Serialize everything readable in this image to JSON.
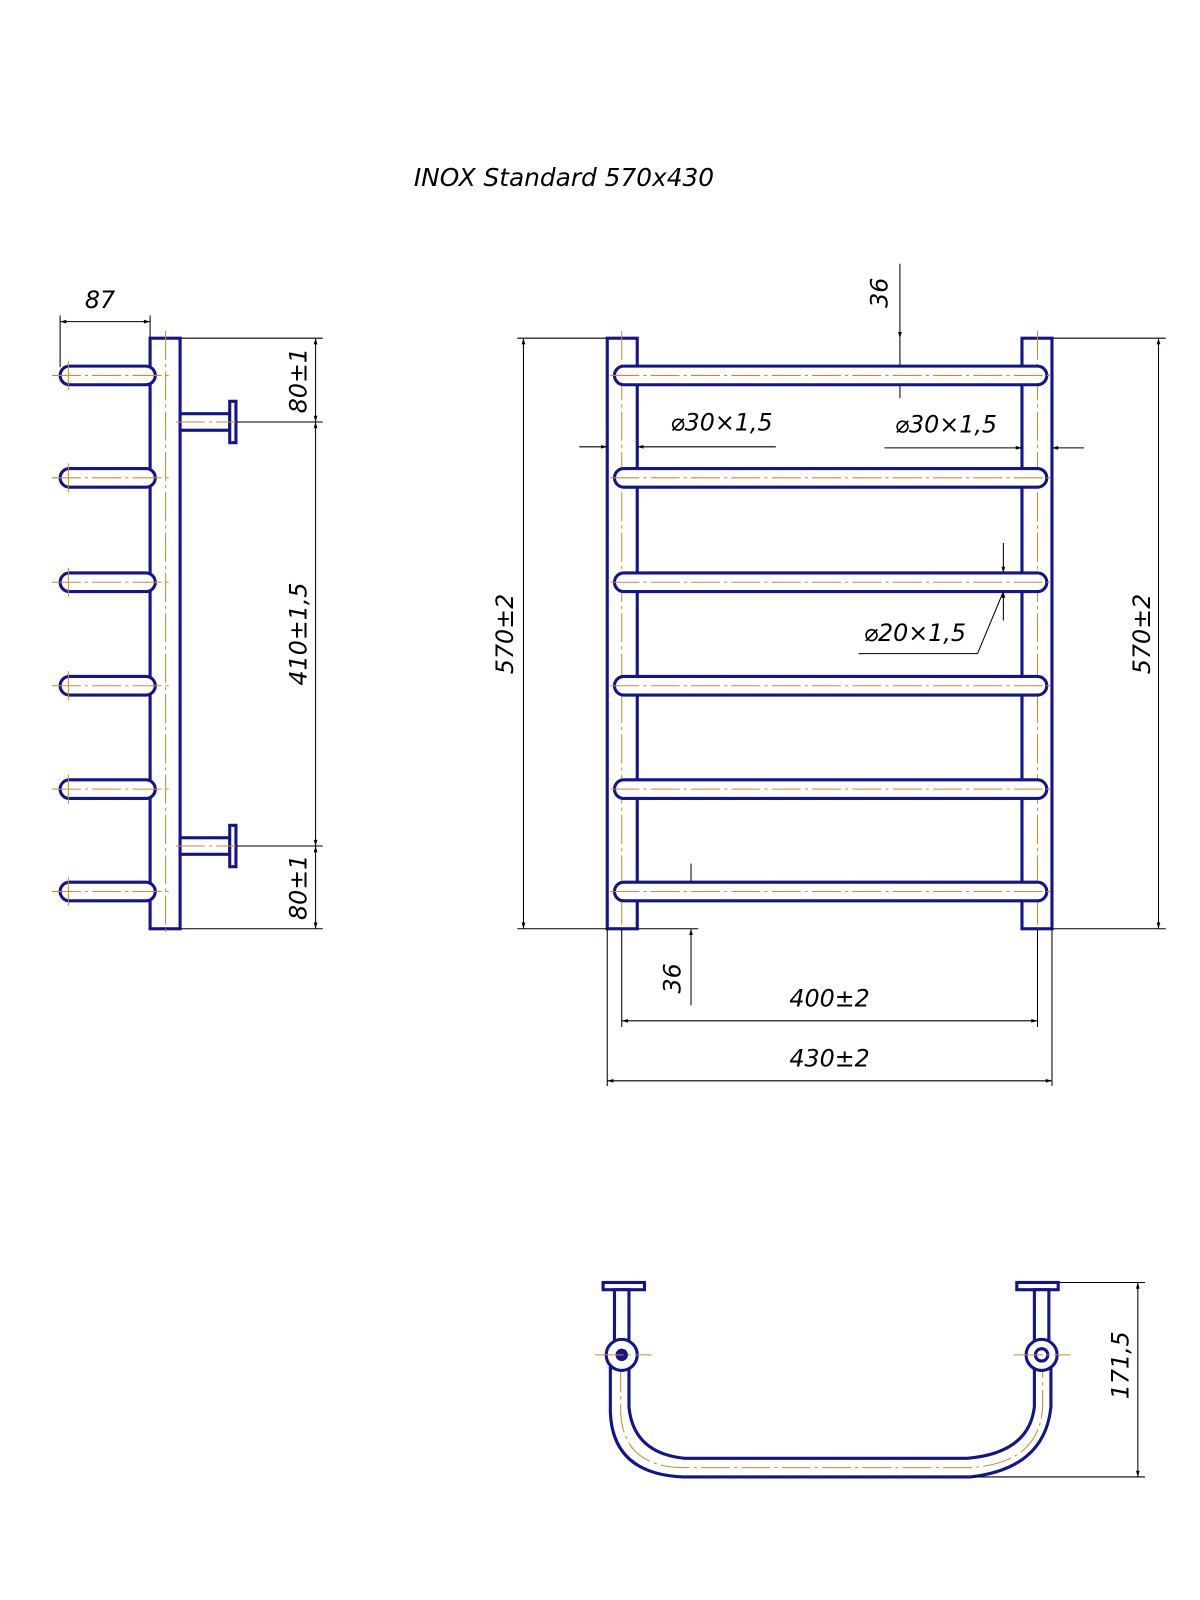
{
  "title": "INOX Standard 570x430",
  "side_view": {
    "depth": "87",
    "top_offset": "80±1",
    "center_distance": "410±1,5",
    "bottom_offset": "80±1"
  },
  "front_view": {
    "top_gap": "36",
    "left_pipe": "⌀30×1,5",
    "right_pipe": "⌀30×1,5",
    "rung_pipe": "⌀20×1,5",
    "height_left": "570±2",
    "height_right": "570±2",
    "bottom_gap": "36",
    "inner_width": "400±2",
    "outer_width": "430±2"
  },
  "top_view": {
    "projection": "171,5"
  },
  "colors": {
    "outline": "#14148c",
    "axis": "#d08a2a",
    "dimension": "#000000"
  }
}
